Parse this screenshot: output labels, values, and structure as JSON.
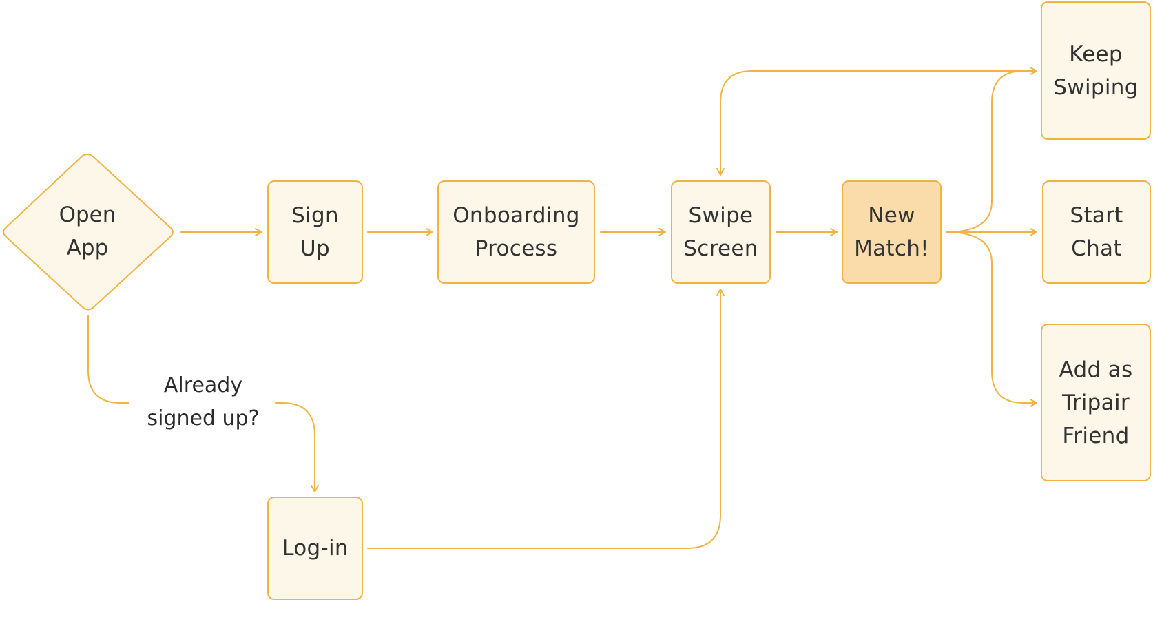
{
  "colors": {
    "stroke": "#f0b445",
    "node_fill": "#fdf7ea",
    "highlight_fill": "#fadcaa",
    "text": "#333333"
  },
  "nodes": {
    "open_app": "Open\nApp",
    "sign_up": "Sign\nUp",
    "onboarding": "Onboarding\nProcess",
    "swipe_screen": "Swipe\nScreen",
    "new_match": "New\nMatch!",
    "keep_swiping": "Keep\nSwiping",
    "start_chat": "Start\nChat",
    "add_friend": "Add as\nTripair\nFriend",
    "log_in": "Log-in"
  },
  "edge_labels": {
    "already_signed_up": "Already\nsigned up?"
  }
}
